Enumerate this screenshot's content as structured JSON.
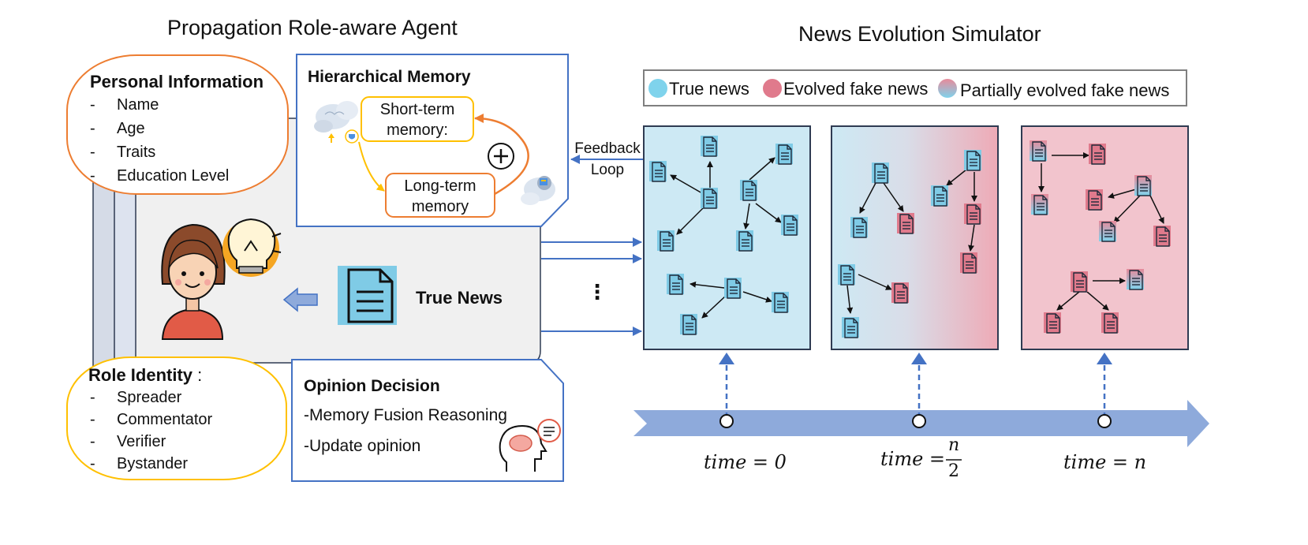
{
  "agent": {
    "title": "Propagation Role-aware Agent",
    "personal_info": {
      "heading": "Personal Information",
      "items": [
        "Name",
        "Age",
        "Traits",
        "Education Level"
      ]
    },
    "memory": {
      "heading": "Hierarchical Memory",
      "short_term_1": "Short-term",
      "short_term_2": "memory:",
      "long_term_1": "Long-term",
      "long_term_2": "memory"
    },
    "feedback_1": "Feedback",
    "feedback_2": "Loop",
    "true_news": "True News",
    "role_identity": {
      "heading": "Role Identity",
      "colon": " :",
      "items": [
        "Spreader",
        "Commentator",
        "Verifier",
        "Bystander"
      ]
    },
    "opinion": {
      "heading": "Opinion Decision",
      "line1": "-Memory Fusion Reasoning",
      "line2": "-Update opinion"
    }
  },
  "simulator": {
    "title": "News Evolution Simulator",
    "legend": [
      {
        "label": "True news",
        "color": "#7fd3ec"
      },
      {
        "label": "Evolved fake news",
        "color": "#e07a8c"
      },
      {
        "label": "Partially evolved fake news",
        "color": "gradient"
      }
    ],
    "ellipsis": "⋮",
    "time_labels": {
      "t0": "time = 0",
      "t_half_left": "time =",
      "t_half_num": "n",
      "t_half_den": "2",
      "tn": "time = n"
    }
  },
  "colors": {
    "true_news": "#cde9f4",
    "fake_news": "#f2c4cd",
    "accent_blue": "#4472c4",
    "timeline": "#8eaadb",
    "orange": "#ed7d31",
    "yellow": "#ffc000"
  },
  "icons": [
    "document-icon",
    "brain-icon",
    "lightbulb-icon",
    "girl-avatar-icon",
    "head-chat-icon",
    "gear-icon"
  ]
}
